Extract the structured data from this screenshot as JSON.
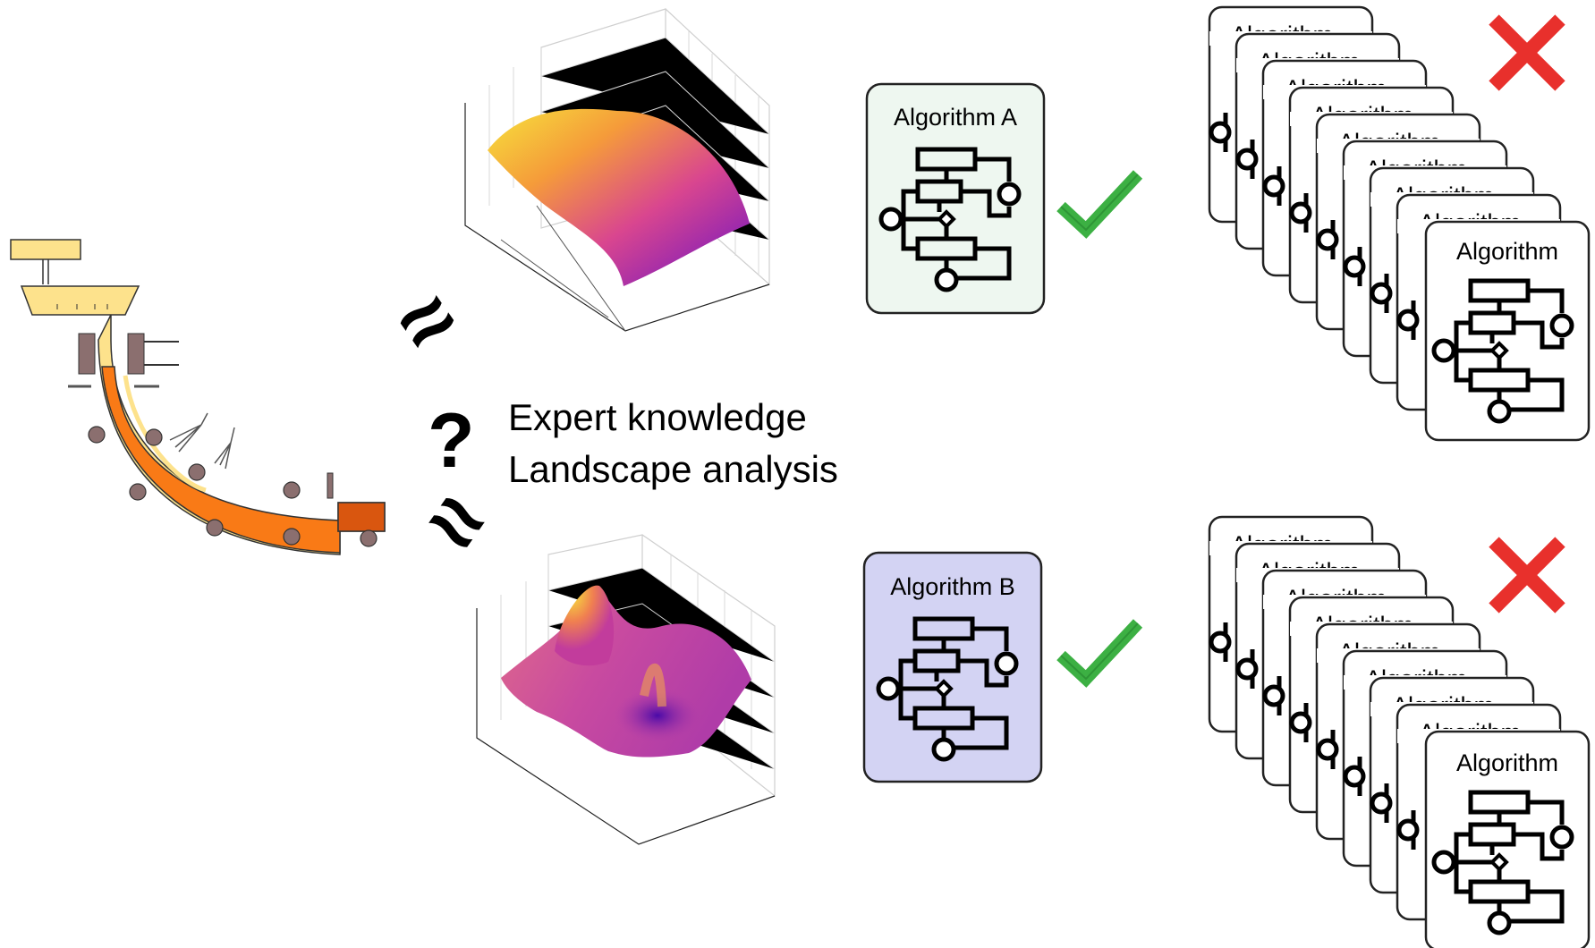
{
  "question_mark": "?",
  "approx_symbol": "≈",
  "methods": [
    "Expert knowledge",
    "Landscape analysis"
  ],
  "selected_algorithms": [
    {
      "label": "Algorithm A",
      "fill": "#eef7f0"
    },
    {
      "label": "Algorithm B",
      "fill": "#d3d3f3"
    }
  ],
  "stack_card_label": "Algorithm",
  "colors": {
    "check": "#3cb043",
    "cross": "#e8302c",
    "steel_ladle": "#fde28c",
    "strand": "#f97a16",
    "cut_slab": "#d9560f",
    "roller": "#8b6f6f",
    "surface_low": "#7b19c4",
    "surface_mid": "#e0558f",
    "surface_high": "#f6e33c"
  },
  "icons": [
    "casting-machine-icon",
    "surface-plot-smooth",
    "surface-plot-multimodal",
    "flowchart-icon",
    "check-icon",
    "cross-icon"
  ]
}
